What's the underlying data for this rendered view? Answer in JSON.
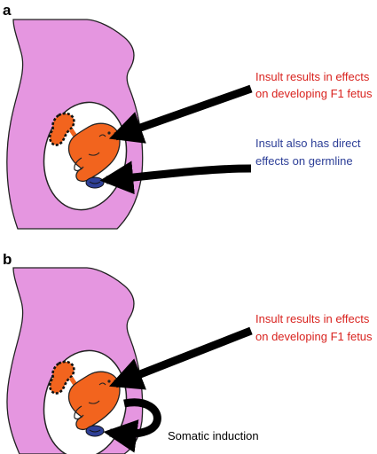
{
  "colors": {
    "body": "#e596e0",
    "fetus": "#f2641e",
    "germline": "#2e3f96",
    "red_text": "#d9231f",
    "blue_text": "#2c3e97",
    "black_text": "#000000"
  },
  "panel_a": {
    "letter": "a",
    "label_red_line1": "Insult results in effects",
    "label_red_line2": "on developing F1 fetus",
    "label_blue_line1": "Insult also has direct",
    "label_blue_line2": "effects on germline"
  },
  "panel_b": {
    "letter": "b",
    "label_red_line1": "Insult results in effects",
    "label_red_line2": "on developing F1 fetus",
    "label_black": "Somatic induction"
  }
}
